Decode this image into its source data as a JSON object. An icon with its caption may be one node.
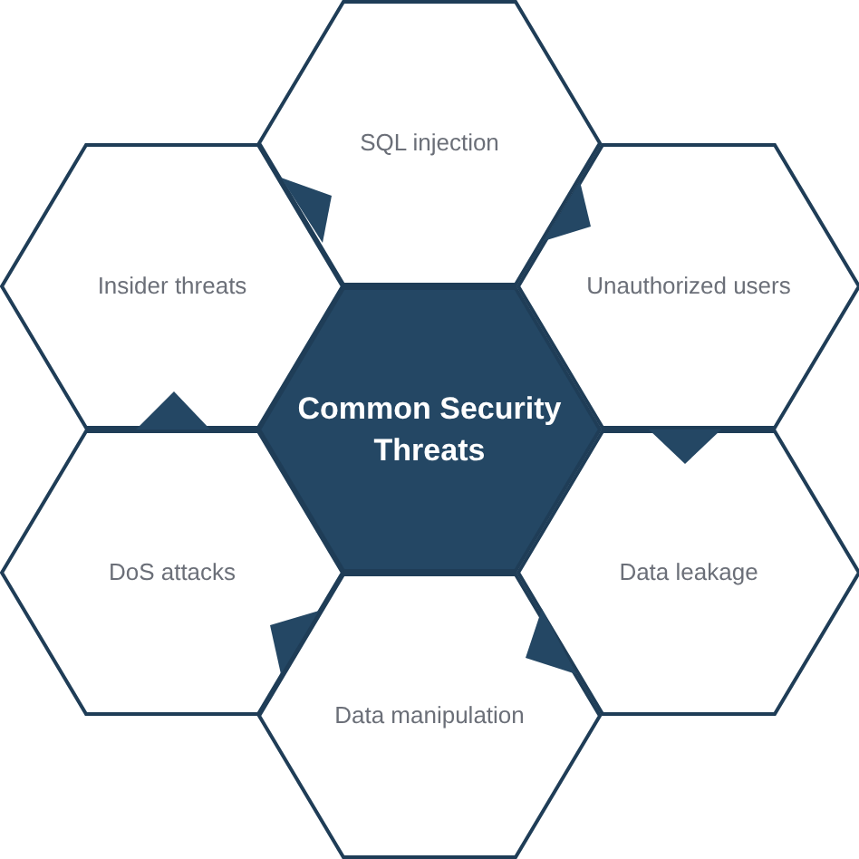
{
  "diagram": {
    "nodes": [
      {
        "text": [
          "SQL injection"
        ]
      },
      {
        "text": [
          "Insider threats"
        ]
      },
      {
        "text": [
          "Unauthorized users"
        ]
      },
      {
        "text": [
          "Common Security Threats"
        ]
      },
      {
        "text": [
          "DoS attacks"
        ]
      },
      {
        "text": [
          "Data leakage"
        ]
      },
      {
        "text": [
          "Data manipulation"
        ]
      }
    ]
  }
}
